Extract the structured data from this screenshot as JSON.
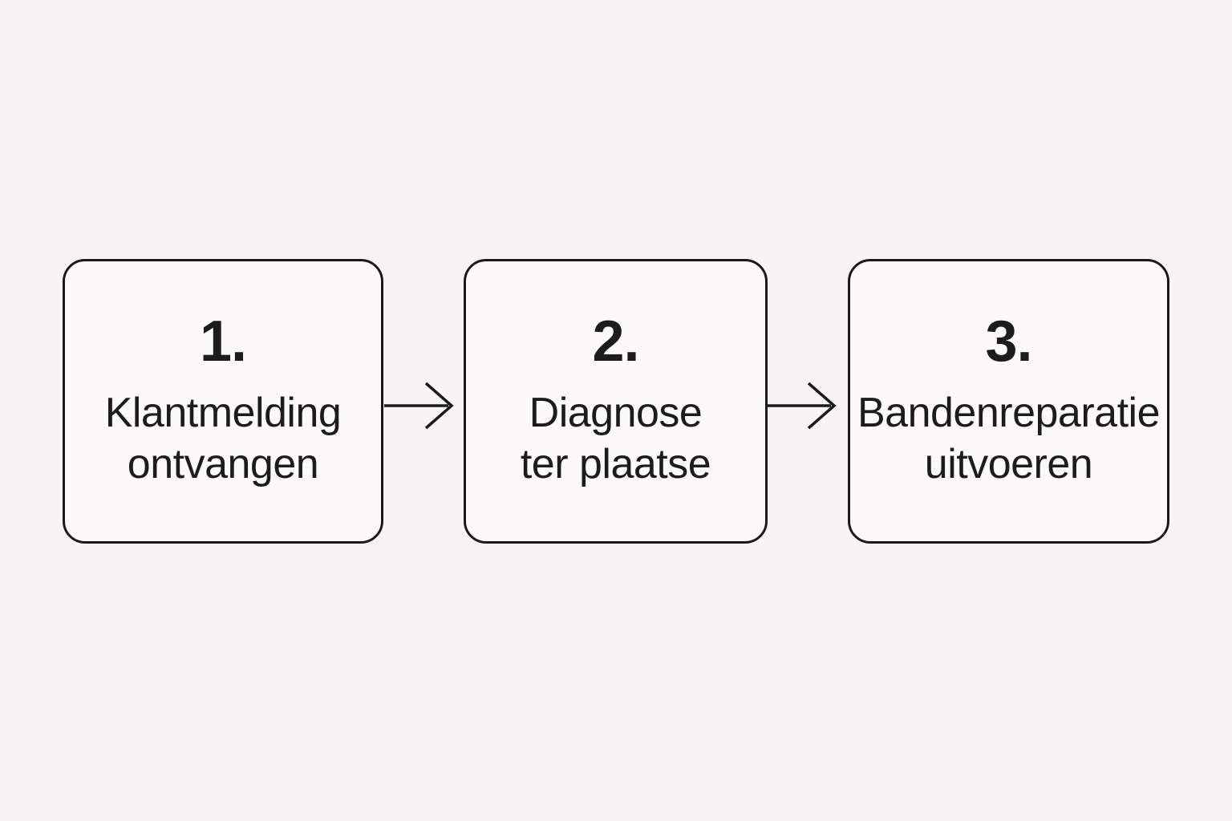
{
  "colors": {
    "background": "#f7f5f2",
    "box_fill": "#fbfaf8",
    "line": "#1a1a1a",
    "text": "#1c1c1a"
  },
  "diagram": {
    "type": "flow",
    "direction": "left-to-right",
    "connector": "arrow-right",
    "steps": [
      {
        "number": "1.",
        "label_lines": [
          "Klantmelding",
          "ontvangen"
        ]
      },
      {
        "number": "2.",
        "label_lines": [
          "Diagnose",
          "ter plaatse"
        ]
      },
      {
        "number": "3.",
        "label_lines": [
          "Bandenreparatie",
          "uitvoeren"
        ]
      }
    ]
  }
}
